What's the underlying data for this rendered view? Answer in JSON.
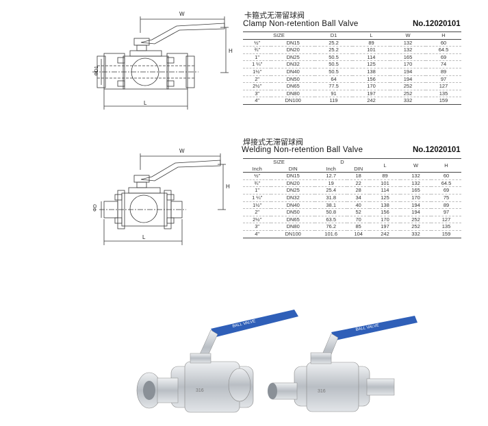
{
  "clamp": {
    "title_cn": "卡箍式无滞留球阀",
    "title_en": "Clamp Non-retention Ball Valve",
    "code": "No.12020101",
    "dim_w": "W",
    "dim_h": "H",
    "dim_l": "L",
    "dim_d": "ΦD1",
    "headers": [
      "SIZE",
      "D1",
      "L",
      "W",
      "H"
    ],
    "rows": [
      [
        "½\"",
        "DN15",
        "25.2",
        "89",
        "132",
        "60"
      ],
      [
        "¾\"",
        "DN20",
        "25.2",
        "101",
        "132",
        "64.5"
      ],
      [
        "1\"",
        "DN25",
        "50.5",
        "114",
        "165",
        "69"
      ],
      [
        "1 ¼\"",
        "DN32",
        "50.5",
        "125",
        "170",
        "74"
      ],
      [
        "1½\"",
        "DN40",
        "50.5",
        "138",
        "194",
        "89"
      ],
      [
        "2\"",
        "DN50",
        "64",
        "156",
        "194",
        "97"
      ],
      [
        "2½\"",
        "DN65",
        "77.5",
        "170",
        "252",
        "127"
      ],
      [
        "3\"",
        "DN80",
        "91",
        "197",
        "252",
        "135"
      ],
      [
        "4\"",
        "DN100",
        "119",
        "242",
        "332",
        "159"
      ]
    ]
  },
  "welding": {
    "title_cn": "焊接式无滞留球阀",
    "title_en": "Welding Non-retention Ball Valve",
    "code": "No.12020101",
    "dim_w": "W",
    "dim_h": "H",
    "dim_l": "L",
    "dim_d": "ΦD",
    "headers": {
      "size": "SIZE",
      "d": "D",
      "l": "L",
      "w": "W",
      "h": "H",
      "inch": "Inch",
      "din": "DIN"
    },
    "rows": [
      [
        "½\"",
        "DN15",
        "12.7",
        "18",
        "89",
        "132",
        "60"
      ],
      [
        "¾\"",
        "DN20",
        "19",
        "22",
        "101",
        "132",
        "64.5"
      ],
      [
        "1\"",
        "DN25",
        "25.4",
        "28",
        "114",
        "165",
        "69"
      ],
      [
        "1 ¼\"",
        "DN32",
        "31.8",
        "34",
        "125",
        "170",
        "75"
      ],
      [
        "1½\"",
        "DN40",
        "38.1",
        "40",
        "138",
        "194",
        "89"
      ],
      [
        "2\"",
        "DN50",
        "50.8",
        "52",
        "156",
        "194",
        "97"
      ],
      [
        "2½\"",
        "DN65",
        "63.5",
        "70",
        "170",
        "252",
        "127"
      ],
      [
        "3\"",
        "DN80",
        "76.2",
        "85",
        "197",
        "252",
        "135"
      ],
      [
        "4\"",
        "DN100",
        "101.6",
        "104",
        "242",
        "332",
        "159"
      ]
    ]
  },
  "photos": {
    "handle_text_left": "BALL VALVE",
    "handle_text_right": "BALL VALVE",
    "body_mark": "316",
    "colors": {
      "handle": "#2f5fb8",
      "steel": "#c8ccd0"
    }
  }
}
